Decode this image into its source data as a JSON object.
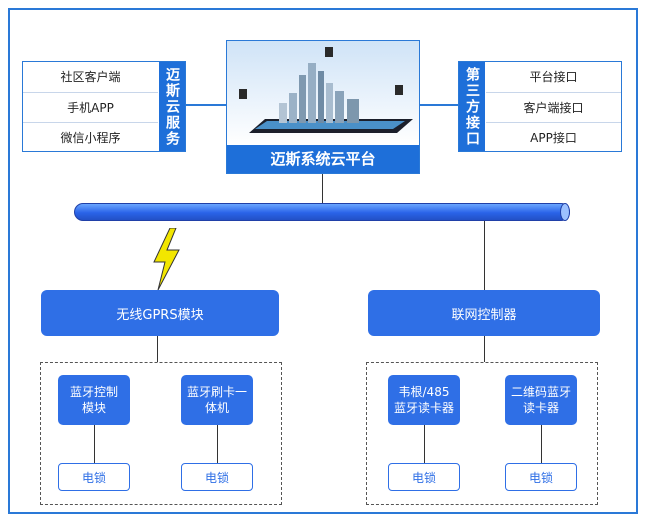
{
  "cloud_services": {
    "title": "迈斯云服务",
    "items": [
      "社区客户端",
      "手机APP",
      "微信小程序"
    ]
  },
  "third_party": {
    "title": "第三方接口",
    "items": [
      "平台接口",
      "客户端接口",
      "APP接口"
    ]
  },
  "platform": {
    "title": "迈斯系统云平台"
  },
  "modules": {
    "gprs": "无线GPRS模块",
    "network": "联网控制器"
  },
  "left_group": {
    "devices": [
      "蓝牙控制\n模块",
      "蓝牙刷卡一\n体机"
    ],
    "locks": [
      "电锁",
      "电锁"
    ]
  },
  "right_group": {
    "devices": [
      "韦根/485\n蓝牙读卡器",
      "二维码蓝牙\n读卡器"
    ],
    "locks": [
      "电锁",
      "电锁"
    ]
  },
  "colors": {
    "accent": "#1e6fd9",
    "module": "#2f6fe6",
    "lightning": "#f2e600"
  }
}
